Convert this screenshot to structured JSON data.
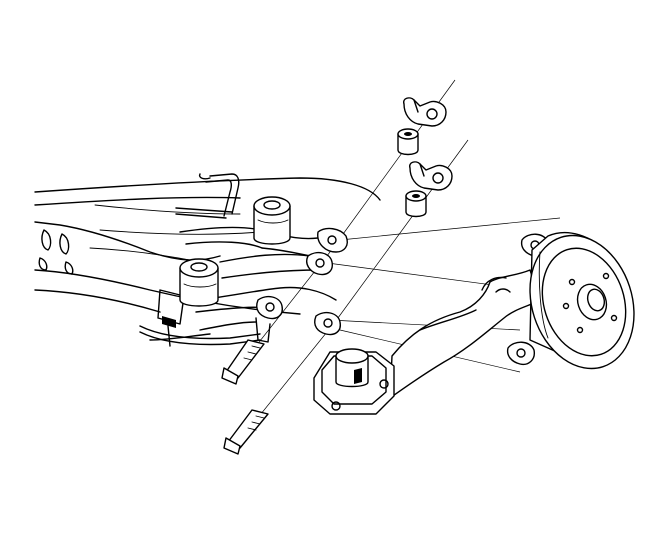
{
  "diagram": {
    "type": "exploded-view line drawing",
    "background": "#ffffff",
    "ink": "#000000",
    "parts": [
      "subframe",
      "control-arm-bushing-upper",
      "control-arm-bushing-lower",
      "bolt-upper",
      "bolt-lower",
      "retaining-clip-upper",
      "retaining-clip-lower",
      "bushing-upper",
      "bushing-lower",
      "trailing-arm",
      "trailing-arm-mount-bushing",
      "brake-drum",
      "wheel-hub",
      "brake-line"
    ]
  }
}
